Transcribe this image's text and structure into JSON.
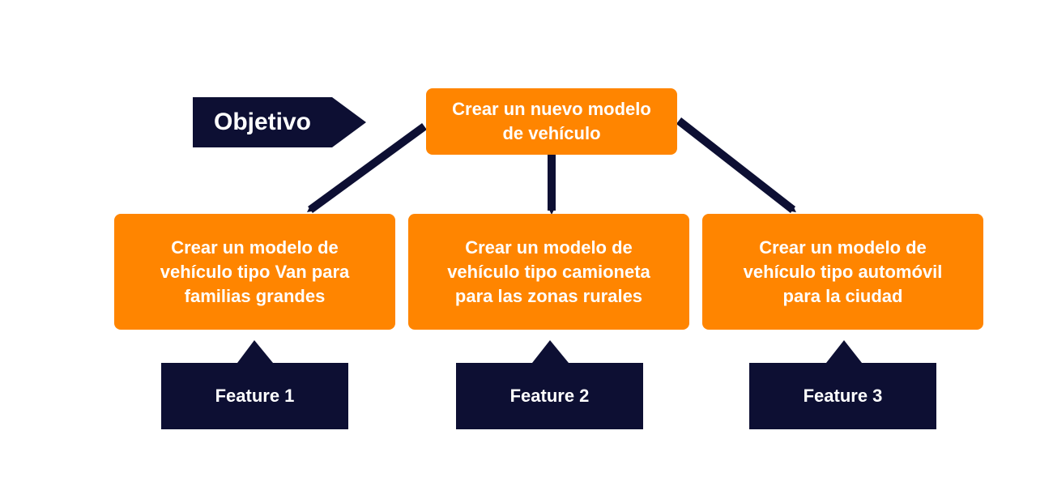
{
  "colors": {
    "orange": "#ff8500",
    "navy": "#0d0f33",
    "arrow": "#0d0f33",
    "text": "#ffffff"
  },
  "objective_label": "Objetivo",
  "goal": "Crear un nuevo modelo\nde vehículo",
  "subgoals": [
    "Crear un modelo de\nvehículo tipo Van para\nfamilias grandes",
    "Crear un modelo de\nvehículo tipo camioneta\npara las zonas  rurales",
    "Crear un modelo de\nvehículo tipo automóvil\npara la ciudad"
  ],
  "features": [
    "Feature 1",
    "Feature 2",
    "Feature 3"
  ]
}
